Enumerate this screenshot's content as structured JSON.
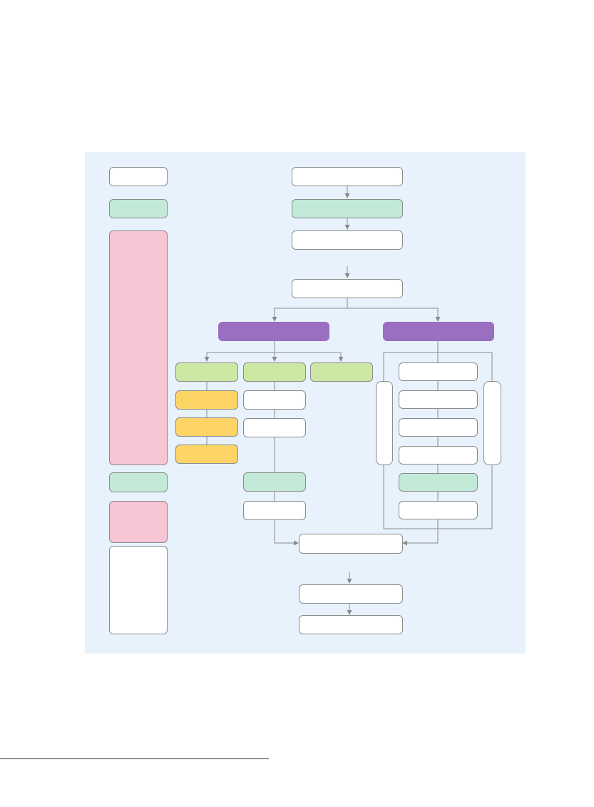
{
  "diagram": {
    "type": "flowchart",
    "palette": {
      "panel": "#e8f2fc",
      "white": "#ffffff",
      "mint": "#c3e9d8",
      "pink": "#f8c5d4",
      "purple": "#9a6ec0",
      "lime": "#cbe8a5",
      "yellow": "#fdd567",
      "connector": "#8a8a8a"
    },
    "stage_column": [
      {
        "id": "stage-1",
        "color": "white",
        "text": ""
      },
      {
        "id": "stage-2",
        "color": "mint",
        "text": ""
      },
      {
        "id": "stage-3",
        "color": "pink",
        "text": ""
      },
      {
        "id": "stage-4",
        "color": "mint",
        "text": ""
      },
      {
        "id": "stage-5",
        "color": "pink",
        "text": ""
      },
      {
        "id": "stage-6",
        "color": "white",
        "text": ""
      }
    ],
    "main_flow": [
      {
        "id": "top-1",
        "color": "white",
        "text": ""
      },
      {
        "id": "top-2",
        "color": "mint",
        "text": ""
      },
      {
        "id": "top-3",
        "color": "white",
        "text": ""
      },
      {
        "id": "top-4",
        "color": "white",
        "text": ""
      }
    ],
    "branches": [
      {
        "id": "branch-left",
        "color": "purple",
        "text": "",
        "sub_branches": [
          {
            "id": "sub-1",
            "color": "lime",
            "text": "",
            "children": [
              {
                "id": "sub-1-a",
                "color": "yellow",
                "text": ""
              },
              {
                "id": "sub-1-b",
                "color": "yellow",
                "text": ""
              },
              {
                "id": "sub-1-c",
                "color": "yellow",
                "text": ""
              }
            ]
          },
          {
            "id": "sub-2",
            "color": "lime",
            "text": "",
            "children": [
              {
                "id": "sub-2-a",
                "color": "white",
                "text": ""
              },
              {
                "id": "sub-2-b",
                "color": "white",
                "text": ""
              },
              {
                "id": "sub-2-c",
                "color": "mint",
                "text": ""
              },
              {
                "id": "sub-2-d",
                "color": "white",
                "text": ""
              }
            ]
          },
          {
            "id": "sub-3",
            "color": "lime",
            "text": "",
            "children": []
          }
        ]
      },
      {
        "id": "branch-right",
        "color": "purple",
        "text": "",
        "steps": [
          {
            "id": "right-1",
            "color": "white",
            "text": ""
          },
          {
            "id": "right-2",
            "color": "white",
            "text": ""
          },
          {
            "id": "right-3",
            "color": "white",
            "text": ""
          },
          {
            "id": "right-4",
            "color": "white",
            "text": ""
          },
          {
            "id": "right-5",
            "color": "mint",
            "text": ""
          },
          {
            "id": "right-6",
            "color": "white",
            "text": ""
          }
        ],
        "side_boxes": [
          {
            "id": "side-left",
            "color": "white",
            "text": ""
          },
          {
            "id": "side-right",
            "color": "white",
            "text": ""
          }
        ]
      }
    ],
    "merge_flow": [
      {
        "id": "merge-1",
        "color": "white",
        "text": ""
      },
      {
        "id": "merge-2",
        "color": "white",
        "text": ""
      },
      {
        "id": "merge-3",
        "color": "white",
        "text": ""
      }
    ]
  }
}
